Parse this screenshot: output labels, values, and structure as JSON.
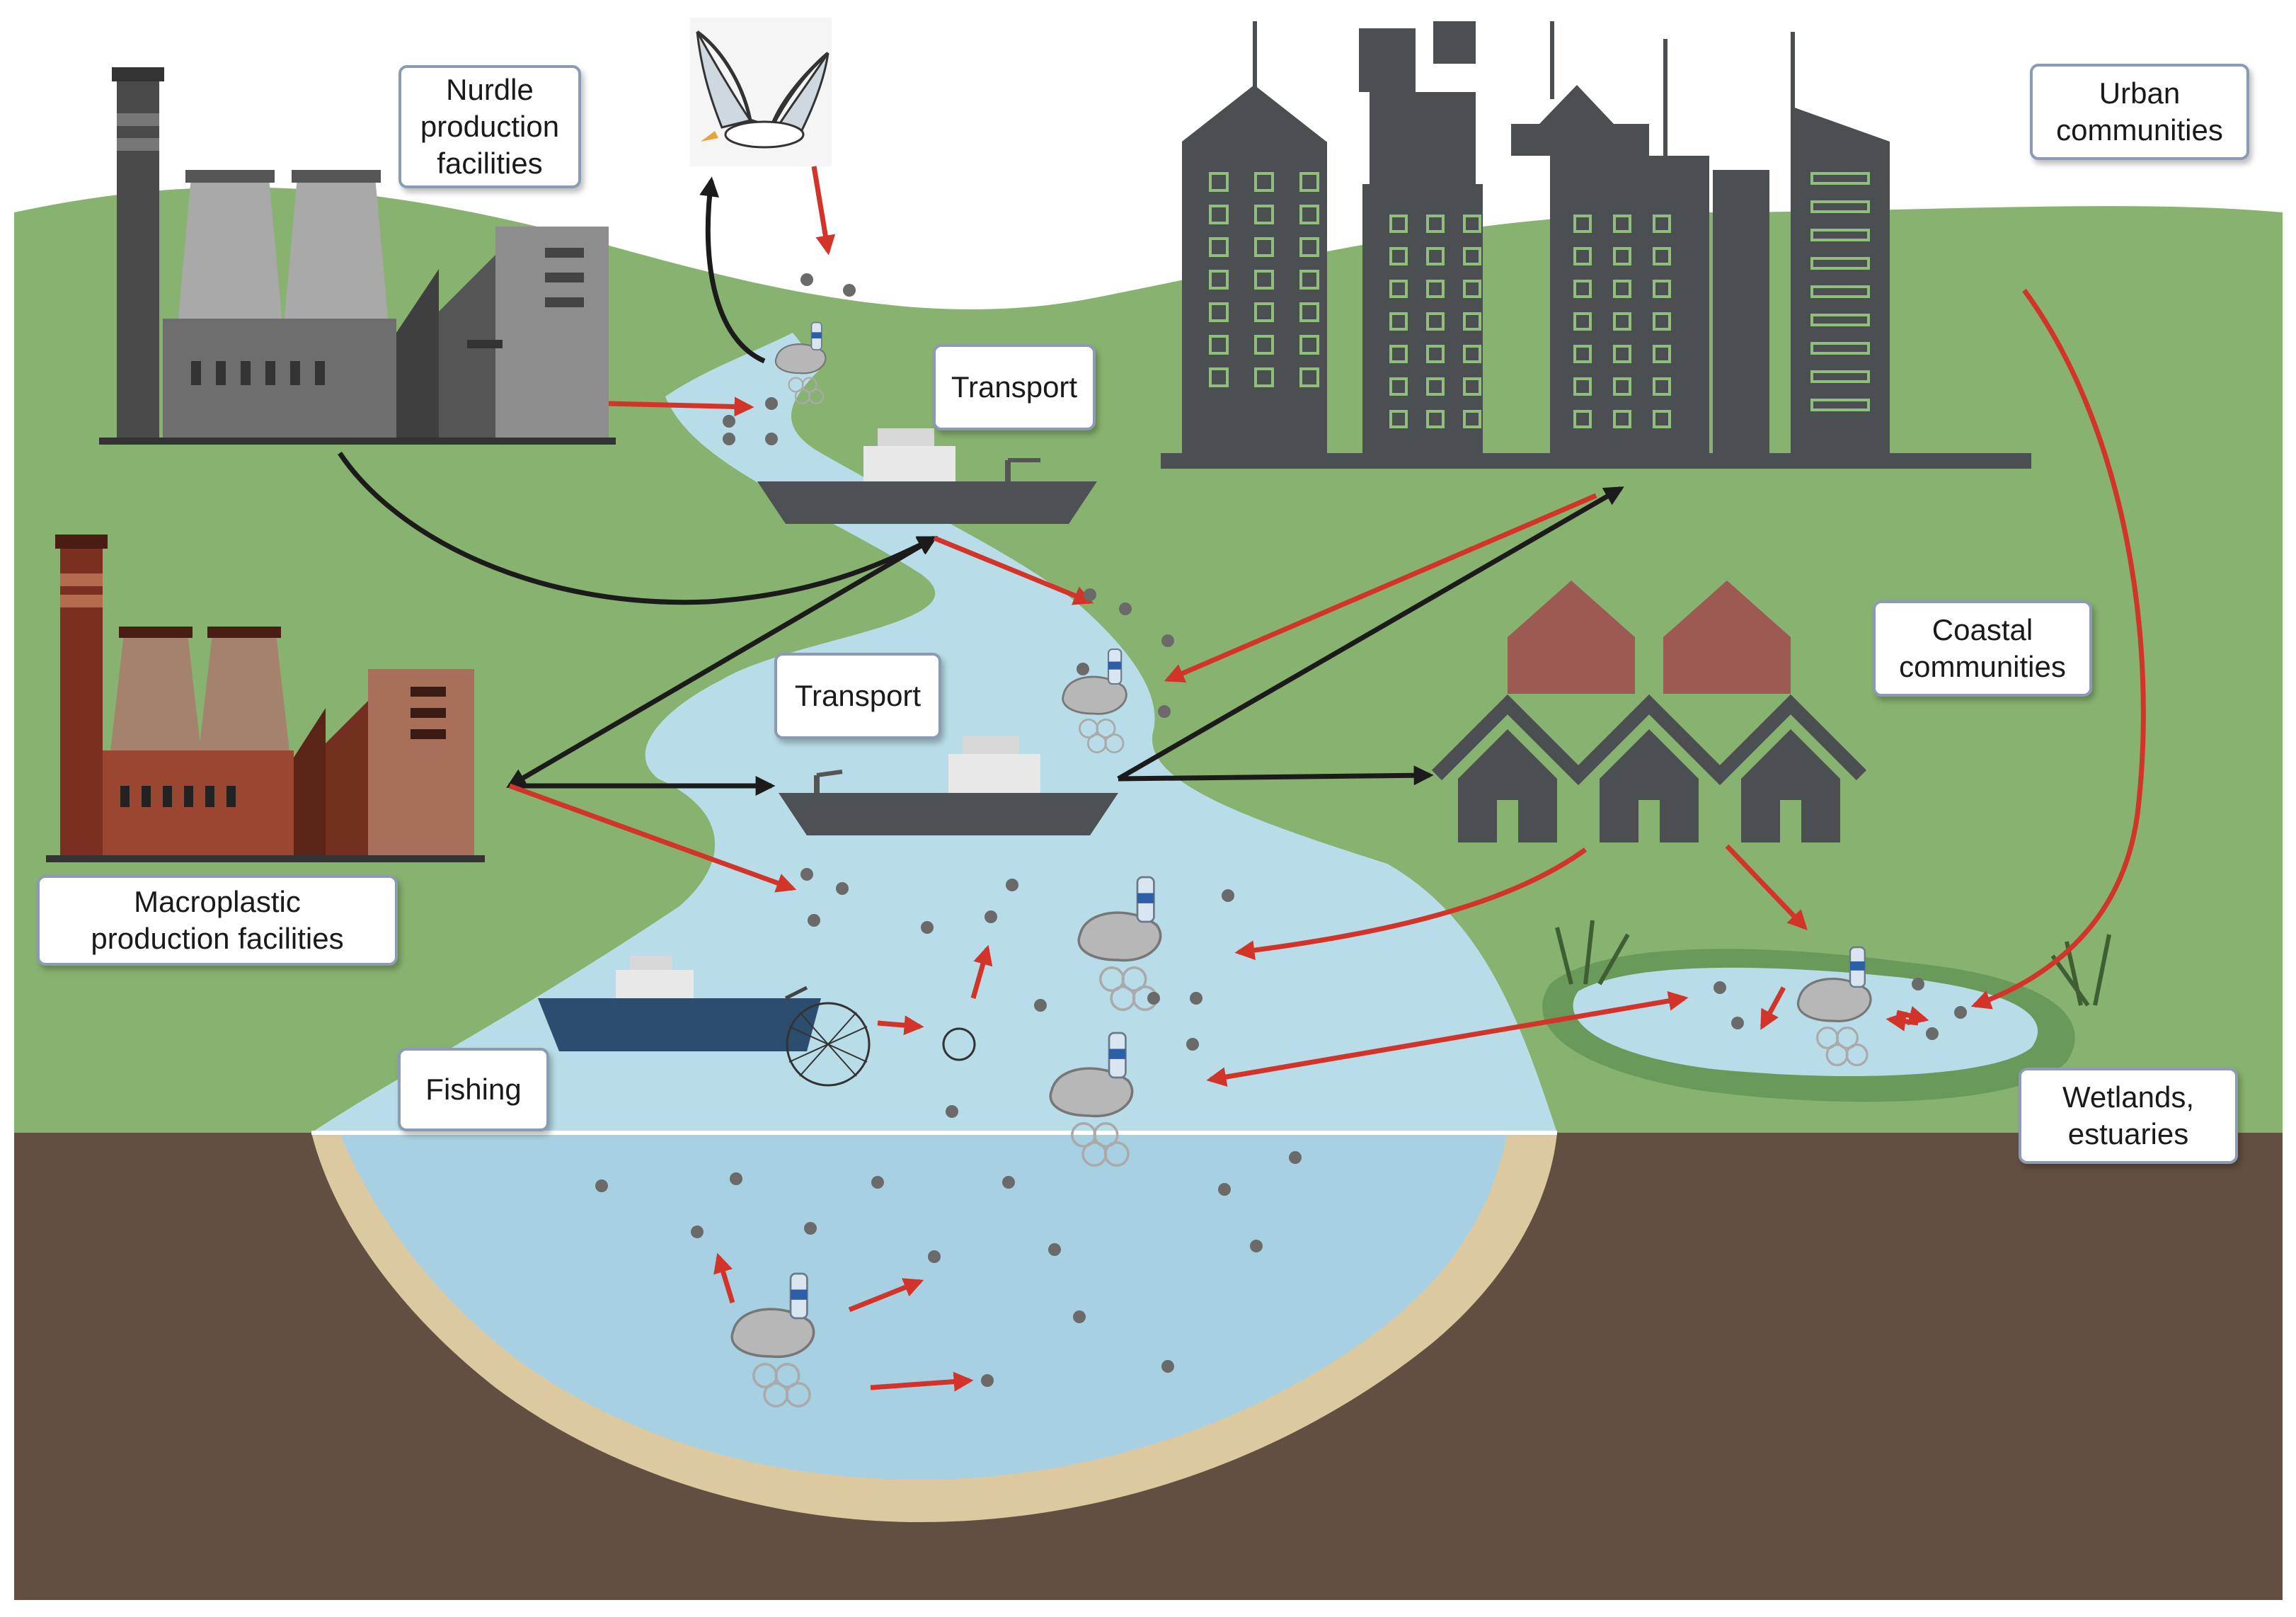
{
  "labels": {
    "nurdle": "Nurdle\nproduction\nfacilities",
    "macro": "Macroplastic\nproduction facilities",
    "transport_top": "Transport",
    "transport_mid": "Transport",
    "fishing": "Fishing",
    "urban": "Urban\ncommunities",
    "coastal": "Coastal\ncommunities",
    "wetlands": "Wetlands,\nestuaries"
  },
  "colors": {
    "grass": "#88b26f",
    "soil": "#634f41",
    "sand": "#ddc99f",
    "water": "#b8dde8",
    "water_deep": "#a7d1e2",
    "arrow_red": "#d2342a",
    "arrow_black": "#1b1b1b",
    "building": "#4c4f51",
    "window": "#8fbf7a",
    "factory_grey": "#7c7c7c",
    "factory_brown": "#8b3b28",
    "house_red": "#9c5a52",
    "ship_grey": "#4d5154",
    "ship_blue": "#2d4d6e",
    "pellet": "#6a6a6a"
  }
}
